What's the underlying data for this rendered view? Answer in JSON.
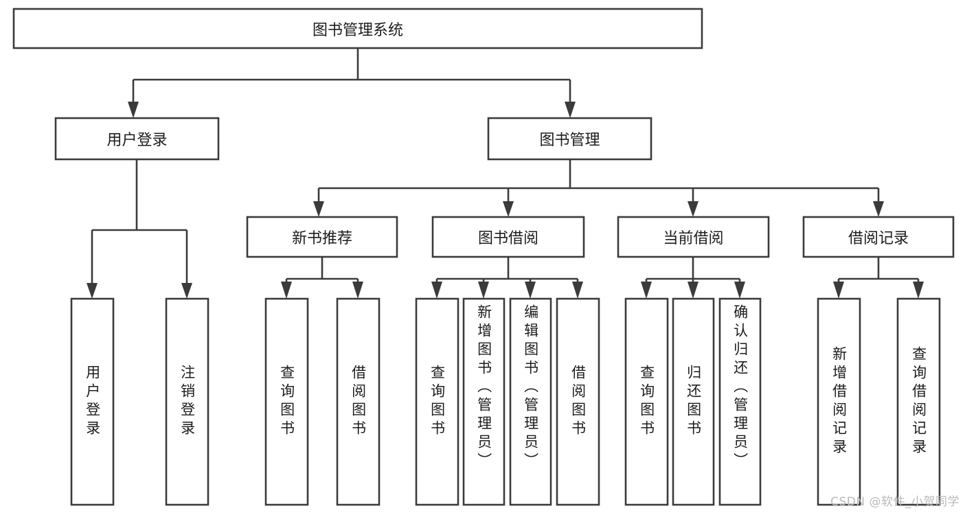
{
  "diagram": {
    "type": "tree-hierarchy",
    "title": "图书管理系统",
    "watermark": "CSDN @软件_小贺同学",
    "colors": {
      "stroke": "#3b3b3b",
      "fill": "#ffffff",
      "text": "#1c1c1c",
      "watermark": "#b9b9b9"
    },
    "root": {
      "label": "图书管理系统"
    },
    "level2": [
      {
        "label": "用户登录"
      },
      {
        "label": "图书管理"
      }
    ],
    "level3": [
      {
        "label": "新书推荐"
      },
      {
        "label": "图书借阅"
      },
      {
        "label": "当前借阅"
      },
      {
        "label": "借阅记录"
      }
    ],
    "leaves": {
      "user_login": [
        {
          "label": "用户登录"
        },
        {
          "label": "注销登录"
        }
      ],
      "new_book": [
        {
          "label": "查询图书"
        },
        {
          "label": "借阅图书"
        }
      ],
      "book_borrow": [
        {
          "label": "查询图书"
        },
        {
          "label": "新增图书（管理员）"
        },
        {
          "label": "编辑图书（管理员）"
        },
        {
          "label": "借阅图书"
        }
      ],
      "current_borrow": [
        {
          "label": "查询图书"
        },
        {
          "label": "归还图书"
        },
        {
          "label": "确认归还（管理员）"
        }
      ],
      "borrow_record": [
        {
          "label": "新增借阅记录"
        },
        {
          "label": "查询借阅记录"
        }
      ]
    }
  }
}
